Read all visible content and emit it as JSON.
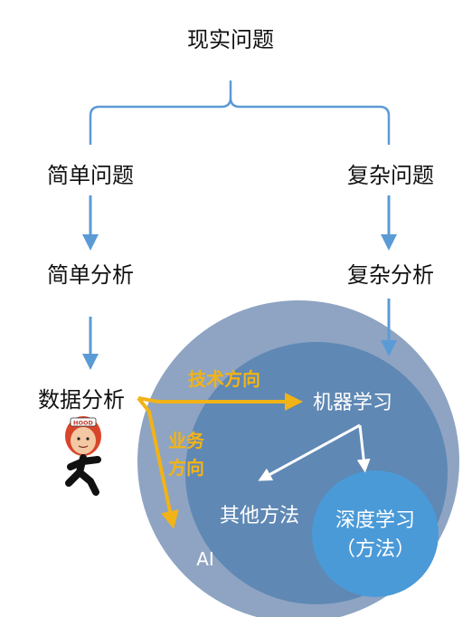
{
  "nodes": {
    "real_problem": "现实问题",
    "simple_problem": "简单问题",
    "complex_problem": "复杂问题",
    "simple_analysis": "简单分析",
    "complex_analysis": "复杂分析",
    "data_analysis": "数据分析",
    "machine_learning": "机器学习",
    "other_methods": "其他方法",
    "deep_learning_line1": "深度学习",
    "deep_learning_line2": "（方法）",
    "ai": "AI"
  },
  "annotations": {
    "tech_direction": "技术方向",
    "business_direction_line1": "业务",
    "business_direction_line2": "方向"
  },
  "badge": {
    "hood_text": "HOOD"
  },
  "colors": {
    "tree_line": "#5b9bd5",
    "outer_circle": "#8ea4c2",
    "middle_circle": "#5f88b4",
    "inner_circle": "#4a9ad8",
    "direction_arrow": "#f2b316",
    "white_arrow": "#ffffff"
  }
}
